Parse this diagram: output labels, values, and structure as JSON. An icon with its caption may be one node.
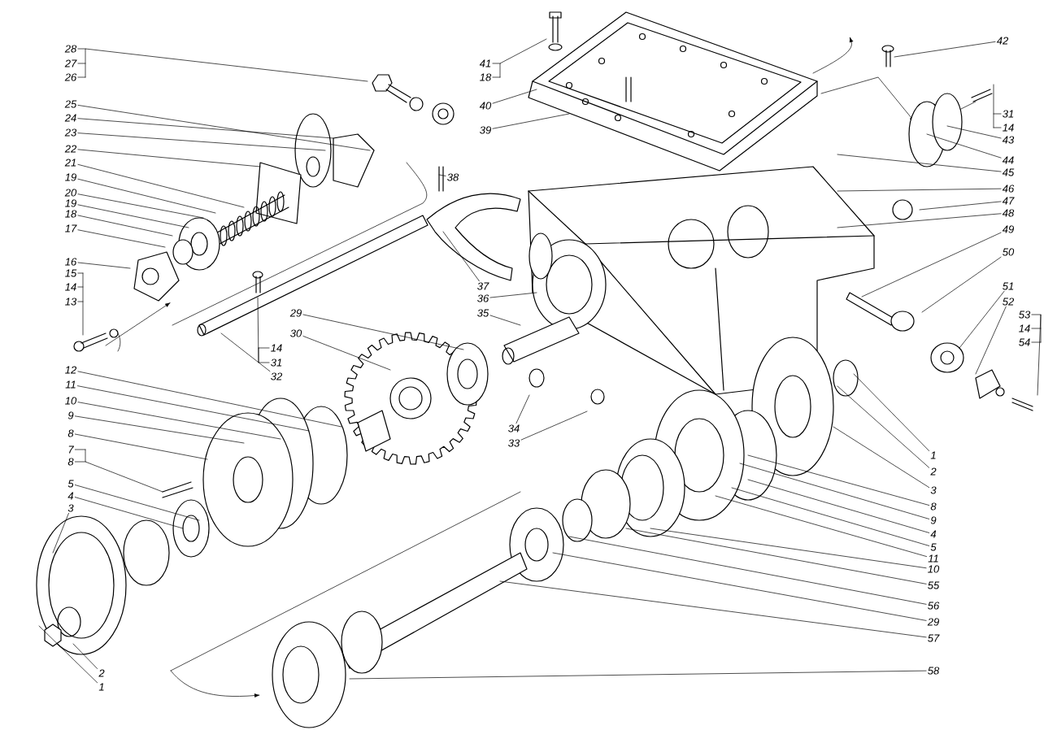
{
  "diagram": {
    "nodes": [
      {
        "text": [
          "28"
        ]
      },
      {
        "text": [
          "27"
        ]
      },
      {
        "text": [
          "26"
        ]
      },
      {
        "text": [
          "25"
        ]
      },
      {
        "text": [
          "24"
        ]
      },
      {
        "text": [
          "23"
        ]
      },
      {
        "text": [
          "22"
        ]
      },
      {
        "text": [
          "21"
        ]
      },
      {
        "text": [
          "19"
        ]
      },
      {
        "text": [
          "20"
        ]
      },
      {
        "text": [
          "19"
        ]
      },
      {
        "text": [
          "18"
        ]
      },
      {
        "text": [
          "17"
        ]
      },
      {
        "text": [
          "16"
        ]
      },
      {
        "text": [
          "15"
        ]
      },
      {
        "text": [
          "14"
        ]
      },
      {
        "text": [
          "13"
        ]
      },
      {
        "text": [
          "12"
        ]
      },
      {
        "text": [
          "11"
        ]
      },
      {
        "text": [
          "10"
        ]
      },
      {
        "text": [
          "9"
        ]
      },
      {
        "text": [
          "8"
        ]
      },
      {
        "text": [
          "7"
        ]
      },
      {
        "text": [
          "8"
        ]
      },
      {
        "text": [
          "5"
        ]
      },
      {
        "text": [
          "4"
        ]
      },
      {
        "text": [
          "3"
        ]
      },
      {
        "text": [
          "2"
        ]
      },
      {
        "text": [
          "1"
        ]
      },
      {
        "text": [
          "41"
        ]
      },
      {
        "text": [
          "18"
        ]
      },
      {
        "text": [
          "40"
        ]
      },
      {
        "text": [
          "39"
        ]
      },
      {
        "text": [
          "38"
        ]
      },
      {
        "text": [
          "37"
        ]
      },
      {
        "text": [
          "36"
        ]
      },
      {
        "text": [
          "35"
        ]
      },
      {
        "text": [
          "29"
        ]
      },
      {
        "text": [
          "30"
        ]
      },
      {
        "text": [
          "14"
        ]
      },
      {
        "text": [
          "31"
        ]
      },
      {
        "text": [
          "32"
        ]
      },
      {
        "text": [
          "34"
        ]
      },
      {
        "text": [
          "33"
        ]
      },
      {
        "text": [
          "42"
        ]
      },
      {
        "text": [
          "31"
        ]
      },
      {
        "text": [
          "14"
        ]
      },
      {
        "text": [
          "43"
        ]
      },
      {
        "text": [
          "44"
        ]
      },
      {
        "text": [
          "45"
        ]
      },
      {
        "text": [
          "46"
        ]
      },
      {
        "text": [
          "47"
        ]
      },
      {
        "text": [
          "48"
        ]
      },
      {
        "text": [
          "49"
        ]
      },
      {
        "text": [
          "50"
        ]
      },
      {
        "text": [
          "51"
        ]
      },
      {
        "text": [
          "52"
        ]
      },
      {
        "text": [
          "53"
        ]
      },
      {
        "text": [
          "14"
        ]
      },
      {
        "text": [
          "54"
        ]
      },
      {
        "text": [
          "1"
        ]
      },
      {
        "text": [
          "2"
        ]
      },
      {
        "text": [
          "3"
        ]
      },
      {
        "text": [
          "8"
        ]
      },
      {
        "text": [
          "9"
        ]
      },
      {
        "text": [
          "4"
        ]
      },
      {
        "text": [
          "5"
        ]
      },
      {
        "text": [
          "11"
        ]
      },
      {
        "text": [
          "10"
        ]
      },
      {
        "text": [
          "55"
        ]
      },
      {
        "text": [
          "56"
        ]
      },
      {
        "text": [
          "29"
        ]
      },
      {
        "text": [
          "57"
        ]
      },
      {
        "text": [
          "58"
        ]
      }
    ],
    "edges": [
      {
        "from": 0,
        "to": null,
        "arrow": "none"
      },
      {
        "from": 3,
        "to": null,
        "arrow": "none"
      },
      {
        "from": 4,
        "to": null,
        "arrow": "none"
      },
      {
        "from": 5,
        "to": null,
        "arrow": "none"
      },
      {
        "from": 6,
        "to": null,
        "arrow": "none"
      },
      {
        "from": 7,
        "to": null,
        "arrow": "none"
      },
      {
        "from": 8,
        "to": null,
        "arrow": "none"
      },
      {
        "from": 9,
        "to": null,
        "arrow": "none"
      },
      {
        "from": 10,
        "to": null,
        "arrow": "none"
      },
      {
        "from": 11,
        "to": null,
        "arrow": "none"
      },
      {
        "from": 12,
        "to": null,
        "arrow": "none"
      },
      {
        "from": 13,
        "to": null,
        "arrow": "none"
      },
      {
        "from": 16,
        "to": null,
        "arrow": "none"
      },
      {
        "from": 17,
        "to": null,
        "arrow": "none"
      },
      {
        "from": 18,
        "to": null,
        "arrow": "none"
      },
      {
        "from": 19,
        "to": null,
        "arrow": "none"
      },
      {
        "from": 20,
        "to": null,
        "arrow": "none"
      },
      {
        "from": 21,
        "to": null,
        "arrow": "none"
      },
      {
        "from": 23,
        "to": null,
        "arrow": "none"
      },
      {
        "from": 24,
        "to": null,
        "arrow": "none"
      },
      {
        "from": 25,
        "to": null,
        "arrow": "none"
      },
      {
        "from": 26,
        "to": null,
        "arrow": "none"
      },
      {
        "from": 27,
        "to": null,
        "arrow": "none"
      },
      {
        "from": 28,
        "to": null,
        "arrow": "none"
      },
      {
        "from": 29,
        "to": null,
        "arrow": "none"
      },
      {
        "from": 31,
        "to": null,
        "arrow": "none"
      },
      {
        "from": 32,
        "to": null,
        "arrow": "none"
      },
      {
        "from": 33,
        "to": null,
        "arrow": "none"
      },
      {
        "from": 34,
        "to": null,
        "arrow": "none"
      },
      {
        "from": 35,
        "to": null,
        "arrow": "none"
      },
      {
        "from": 36,
        "to": null,
        "arrow": "none"
      },
      {
        "from": 37,
        "to": null,
        "arrow": "none"
      },
      {
        "from": 38,
        "to": null,
        "arrow": "none"
      },
      {
        "from": 40,
        "to": null,
        "arrow": "none"
      },
      {
        "from": 41,
        "to": null,
        "arrow": "none"
      },
      {
        "from": 42,
        "to": null,
        "arrow": "none"
      },
      {
        "from": 43,
        "to": null,
        "arrow": "none"
      },
      {
        "from": 44,
        "to": null,
        "arrow": "none"
      },
      {
        "from": 45,
        "to": null,
        "arrow": "none"
      },
      {
        "from": 47,
        "to": null,
        "arrow": "none"
      },
      {
        "from": 48,
        "to": null,
        "arrow": "none"
      },
      {
        "from": 49,
        "to": null,
        "arrow": "none"
      },
      {
        "from": 50,
        "to": null,
        "arrow": "none"
      },
      {
        "from": 51,
        "to": null,
        "arrow": "none"
      },
      {
        "from": 52,
        "to": null,
        "arrow": "none"
      },
      {
        "from": 53,
        "to": null,
        "arrow": "none"
      },
      {
        "from": 54,
        "to": null,
        "arrow": "none"
      },
      {
        "from": 55,
        "to": null,
        "arrow": "none"
      },
      {
        "from": 56,
        "to": null,
        "arrow": "none"
      },
      {
        "from": 57,
        "to": null,
        "arrow": "none"
      },
      {
        "from": 60,
        "to": null,
        "arrow": "none"
      },
      {
        "from": 61,
        "to": null,
        "arrow": "none"
      },
      {
        "from": 62,
        "to": null,
        "arrow": "none"
      },
      {
        "from": 63,
        "to": null,
        "arrow": "none"
      },
      {
        "from": 64,
        "to": null,
        "arrow": "none"
      },
      {
        "from": 65,
        "to": null,
        "arrow": "none"
      },
      {
        "from": 66,
        "to": null,
        "arrow": "none"
      },
      {
        "from": 67,
        "to": null,
        "arrow": "none"
      },
      {
        "from": 68,
        "to": null,
        "arrow": "none"
      },
      {
        "from": 69,
        "to": null,
        "arrow": "none"
      },
      {
        "from": 70,
        "to": null,
        "arrow": "none"
      },
      {
        "from": 71,
        "to": null,
        "arrow": "none"
      },
      {
        "from": 72,
        "to": null,
        "arrow": "none"
      },
      {
        "from": 73,
        "to": null,
        "arrow": "none"
      },
      {
        "from": 1,
        "to": null,
        "arrow": "none"
      },
      {
        "from": 2,
        "to": null,
        "arrow": "none"
      },
      {
        "from": 14,
        "to": null,
        "arrow": "none"
      },
      {
        "from": 15,
        "to": null,
        "arrow": "none"
      },
      {
        "from": 22,
        "to": null,
        "arrow": "none"
      },
      {
        "from": 30,
        "to": null,
        "arrow": "none"
      },
      {
        "from": 39,
        "to": null,
        "arrow": "none"
      },
      {
        "from": 46,
        "to": null,
        "arrow": "none"
      },
      {
        "from": 58,
        "to": null,
        "arrow": "none"
      },
      {
        "from": 59,
        "to": null,
        "arrow": "none"
      }
    ]
  }
}
